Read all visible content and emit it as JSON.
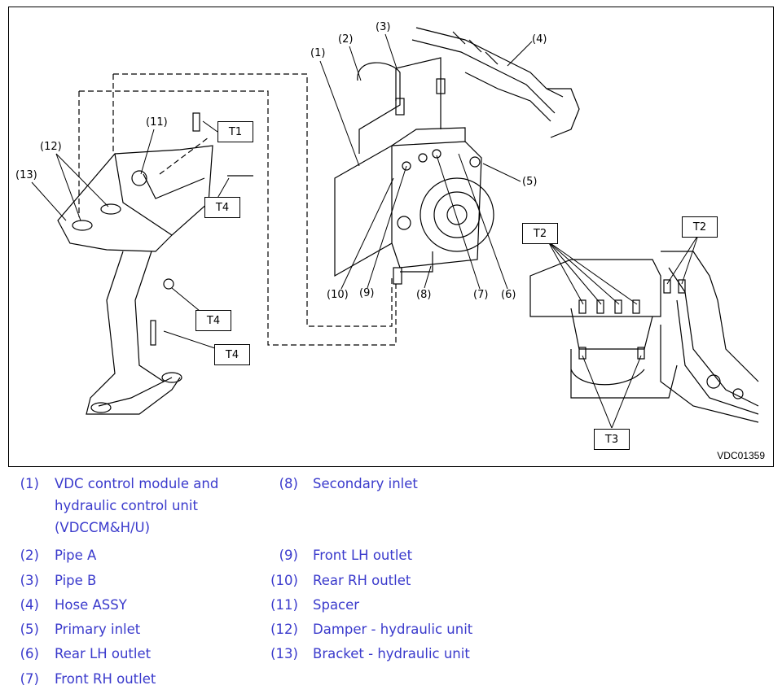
{
  "figure": {
    "figure_id": "VDC01359",
    "callouts": {
      "c1": "(1)",
      "c2": "(2)",
      "c3": "(3)",
      "c4": "(4)",
      "c5": "(5)",
      "c6": "(6)",
      "c7": "(7)",
      "c8": "(8)",
      "c9": "(9)",
      "c10": "(10)",
      "c11": "(11)",
      "c12": "(12)",
      "c13": "(13)"
    },
    "torque_tags": {
      "t1": "T1",
      "t4a": "T4",
      "t4b": "T4",
      "t4c": "T4",
      "t2a": "T2",
      "t2b": "T2",
      "t3": "T3"
    }
  },
  "legend": {
    "left": [
      {
        "num": "(1)",
        "text": "VDC control module and hydraulic control unit (VDCCM&H/U)"
      },
      {
        "num": "(2)",
        "text": "Pipe A"
      },
      {
        "num": "(3)",
        "text": "Pipe B"
      },
      {
        "num": "(4)",
        "text": "Hose ASSY"
      },
      {
        "num": "(5)",
        "text": "Primary inlet"
      },
      {
        "num": "(6)",
        "text": "Rear LH outlet"
      },
      {
        "num": "(7)",
        "text": "Front RH outlet"
      }
    ],
    "right": [
      {
        "num": "(8)",
        "text": "Secondary inlet"
      },
      {
        "num": "(9)",
        "text": "Front LH outlet"
      },
      {
        "num": "(10)",
        "text": "Rear RH outlet"
      },
      {
        "num": "(11)",
        "text": "Spacer"
      },
      {
        "num": "(12)",
        "text": "Damper - hydraulic unit"
      },
      {
        "num": "(13)",
        "text": "Bracket - hydraulic unit"
      }
    ]
  },
  "colors": {
    "legend_text": "#3a3acc",
    "line": "#000000",
    "background": "#ffffff"
  }
}
